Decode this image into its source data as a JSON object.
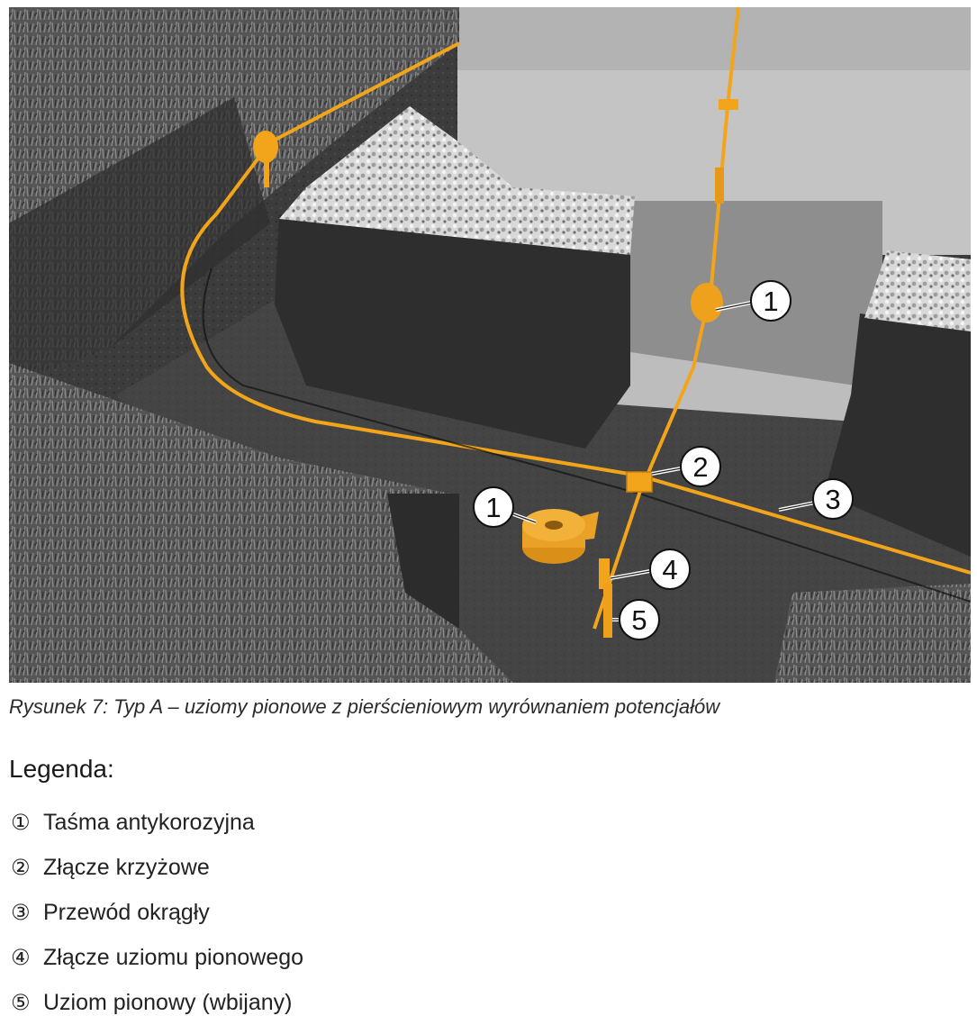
{
  "figure": {
    "callouts": [
      {
        "id": "c1a",
        "label": "1"
      },
      {
        "id": "c2",
        "label": "2"
      },
      {
        "id": "c3",
        "label": "3"
      },
      {
        "id": "c1b",
        "label": "1"
      },
      {
        "id": "c4",
        "label": "4"
      },
      {
        "id": "c5",
        "label": "5"
      }
    ],
    "colors": {
      "conductor": "#f2a51a",
      "tape": "#e9a227",
      "soil": "#3a3a3a",
      "gravel": "#e4e4e4",
      "wall": "#bdbdbd"
    }
  },
  "caption": "Rysunek 7: Typ A – uziomy pionowe z pierścieniowym wyrównaniem potencjałów",
  "legend": {
    "title": "Legenda:",
    "items": [
      {
        "num": "①",
        "label": "Taśma antykorozyjna"
      },
      {
        "num": "②",
        "label": "Złącze krzyżowe"
      },
      {
        "num": "③",
        "label": "Przewód okrągły"
      },
      {
        "num": "④",
        "label": "Złącze uziomu pionowego"
      },
      {
        "num": "⑤",
        "label": "Uziom pionowy (wbijany)"
      }
    ]
  }
}
